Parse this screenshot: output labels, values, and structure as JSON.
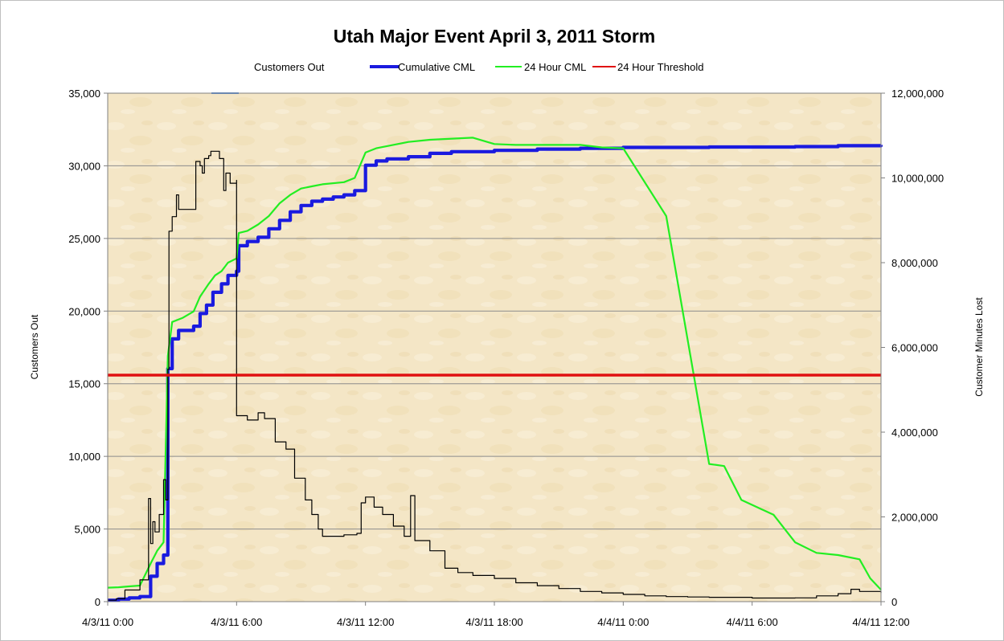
{
  "chart_data": {
    "type": "line",
    "title": "Utah Major Event April 3, 2011 Storm",
    "ylabel_left": "Customers Out",
    "ylabel_right": "Customer Minutes Lost",
    "ylim_left": [
      0,
      35000
    ],
    "ylim_right": [
      0,
      12000000
    ],
    "xlim_hours": [
      0,
      36
    ],
    "grid": true,
    "legend_position": "top",
    "x_ticks": [
      "4/3/11 0:00",
      "4/3/11 6:00",
      "4/3/11 12:00",
      "4/3/11 18:00",
      "4/4/11 0:00",
      "4/4/11 6:00",
      "4/4/11 12:00"
    ],
    "y_ticks_left": [
      "0",
      "5,000",
      "10,000",
      "15,000",
      "20,000",
      "25,000",
      "30,000",
      "35,000"
    ],
    "y_ticks_right": [
      "0",
      "2,000,000",
      "4,000,000",
      "6,000,000",
      "8,000,000",
      "10,000,000",
      "12,000,000"
    ],
    "colors": {
      "customers_out": "#000000",
      "cumulative": "#1a1adf",
      "twentyfour": "#22ee22",
      "threshold": "#e01010",
      "plot_bg": "#f4e6c6",
      "grid": "#8c8c8c"
    },
    "series": [
      {
        "name": "Customers Out",
        "axis": "left",
        "points": [
          [
            0,
            100
          ],
          [
            0.4,
            200
          ],
          [
            0.8,
            800
          ],
          [
            1.5,
            1500
          ],
          [
            1.9,
            7100
          ],
          [
            2.0,
            4000
          ],
          [
            2.1,
            5500
          ],
          [
            2.2,
            4800
          ],
          [
            2.4,
            6000
          ],
          [
            2.6,
            8400
          ],
          [
            2.7,
            7000
          ],
          [
            2.8,
            16000
          ],
          [
            2.85,
            25500
          ],
          [
            3.0,
            26500
          ],
          [
            3.2,
            28000
          ],
          [
            3.3,
            27000
          ],
          [
            3.6,
            27000
          ],
          [
            4.0,
            27000
          ],
          [
            4.1,
            30300
          ],
          [
            4.3,
            30000
          ],
          [
            4.4,
            29500
          ],
          [
            4.5,
            30500
          ],
          [
            4.7,
            30700
          ],
          [
            4.8,
            31000
          ],
          [
            5.0,
            31000
          ],
          [
            5.2,
            30500
          ],
          [
            5.4,
            28300
          ],
          [
            5.5,
            29500
          ],
          [
            5.7,
            28800
          ],
          [
            6.0,
            29000
          ],
          [
            6.0,
            14500
          ],
          [
            6.0,
            12800
          ],
          [
            6.5,
            12500
          ],
          [
            7.0,
            13000
          ],
          [
            7.3,
            12600
          ],
          [
            7.8,
            11000
          ],
          [
            8.3,
            10500
          ],
          [
            8.7,
            8500
          ],
          [
            9.2,
            7000
          ],
          [
            9.5,
            6000
          ],
          [
            9.8,
            5000
          ],
          [
            10.0,
            4500
          ],
          [
            11.0,
            4600
          ],
          [
            11.6,
            4700
          ],
          [
            11.8,
            6800
          ],
          [
            12.0,
            7200
          ],
          [
            12.4,
            6500
          ],
          [
            12.8,
            6000
          ],
          [
            13.3,
            5200
          ],
          [
            13.8,
            4500
          ],
          [
            14.1,
            7300
          ],
          [
            14.3,
            4200
          ],
          [
            15.0,
            3500
          ],
          [
            15.7,
            2300
          ],
          [
            16.3,
            2000
          ],
          [
            17.0,
            1800
          ],
          [
            18.0,
            1600
          ],
          [
            19.0,
            1300
          ],
          [
            20.0,
            1100
          ],
          [
            21.0,
            900
          ],
          [
            22.0,
            700
          ],
          [
            23.0,
            600
          ],
          [
            24.0,
            500
          ],
          [
            25.0,
            400
          ],
          [
            26.0,
            350
          ],
          [
            27.0,
            320
          ],
          [
            28.0,
            300
          ],
          [
            30.0,
            250
          ],
          [
            32.0,
            260
          ],
          [
            33.0,
            400
          ],
          [
            34.0,
            550
          ],
          [
            34.6,
            850
          ],
          [
            35.0,
            700
          ],
          [
            36.0,
            600
          ]
        ]
      },
      {
        "name": "Cumulative CML",
        "axis": "right",
        "points": [
          [
            0,
            30000
          ],
          [
            0.5,
            60000
          ],
          [
            1.0,
            90000
          ],
          [
            1.5,
            120000
          ],
          [
            2.0,
            600000
          ],
          [
            2.3,
            900000
          ],
          [
            2.6,
            1100000
          ],
          [
            2.8,
            5500000
          ],
          [
            3.0,
            6200000
          ],
          [
            3.3,
            6400000
          ],
          [
            4.0,
            6500000
          ],
          [
            4.3,
            6800000
          ],
          [
            4.6,
            7000000
          ],
          [
            4.9,
            7300000
          ],
          [
            5.3,
            7500000
          ],
          [
            5.6,
            7700000
          ],
          [
            6.0,
            7800000
          ],
          [
            6.1,
            8400000
          ],
          [
            6.5,
            8500000
          ],
          [
            7.0,
            8600000
          ],
          [
            7.5,
            8800000
          ],
          [
            8.0,
            9000000
          ],
          [
            8.5,
            9200000
          ],
          [
            9.0,
            9350000
          ],
          [
            9.5,
            9450000
          ],
          [
            10.0,
            9500000
          ],
          [
            10.5,
            9550000
          ],
          [
            11.0,
            9600000
          ],
          [
            11.5,
            9700000
          ],
          [
            12.0,
            10300000
          ],
          [
            12.5,
            10400000
          ],
          [
            13.0,
            10450000
          ],
          [
            14.0,
            10500000
          ],
          [
            15.0,
            10580000
          ],
          [
            16.0,
            10620000
          ],
          [
            18.0,
            10650000
          ],
          [
            20.0,
            10680000
          ],
          [
            22.0,
            10700000
          ],
          [
            24.0,
            10720000
          ],
          [
            28.0,
            10730000
          ],
          [
            32.0,
            10740000
          ],
          [
            34.0,
            10760000
          ],
          [
            36.0,
            10780000
          ]
        ]
      },
      {
        "name": "24 Hour CML",
        "axis": "right",
        "points": [
          [
            0,
            330000
          ],
          [
            0.5,
            340000
          ],
          [
            1.0,
            360000
          ],
          [
            1.5,
            380000
          ],
          [
            2.0,
            900000
          ],
          [
            2.3,
            1200000
          ],
          [
            2.6,
            1400000
          ],
          [
            2.8,
            5800000
          ],
          [
            3.0,
            6600000
          ],
          [
            3.5,
            6700000
          ],
          [
            4.0,
            6850000
          ],
          [
            4.3,
            7200000
          ],
          [
            4.7,
            7500000
          ],
          [
            5.0,
            7700000
          ],
          [
            5.3,
            7800000
          ],
          [
            5.6,
            8000000
          ],
          [
            6.0,
            8100000
          ],
          [
            6.1,
            8700000
          ],
          [
            6.5,
            8750000
          ],
          [
            7.0,
            8900000
          ],
          [
            7.5,
            9100000
          ],
          [
            8.0,
            9400000
          ],
          [
            8.5,
            9600000
          ],
          [
            9.0,
            9750000
          ],
          [
            9.5,
            9800000
          ],
          [
            10.0,
            9850000
          ],
          [
            11.0,
            9900000
          ],
          [
            11.5,
            10000000
          ],
          [
            12.0,
            10600000
          ],
          [
            12.5,
            10700000
          ],
          [
            13.0,
            10750000
          ],
          [
            14.0,
            10850000
          ],
          [
            15.0,
            10900000
          ],
          [
            17.0,
            10950000
          ],
          [
            18.0,
            10800000
          ],
          [
            19.0,
            10780000
          ],
          [
            21.0,
            10780000
          ],
          [
            22.0,
            10780000
          ],
          [
            23.0,
            10720000
          ],
          [
            24.0,
            10700000
          ],
          [
            26.0,
            9100000
          ],
          [
            28.0,
            3250000
          ],
          [
            28.7,
            3200000
          ],
          [
            29.5,
            2400000
          ],
          [
            31.0,
            2050000
          ],
          [
            32.0,
            1400000
          ],
          [
            33.0,
            1150000
          ],
          [
            34.0,
            1100000
          ],
          [
            35.0,
            1000000
          ],
          [
            35.5,
            550000
          ],
          [
            36.0,
            280000
          ]
        ]
      },
      {
        "name": "24 Hour Threshold",
        "axis": "right",
        "points": [
          [
            0,
            5346000
          ],
          [
            36,
            5346000
          ]
        ]
      }
    ]
  }
}
